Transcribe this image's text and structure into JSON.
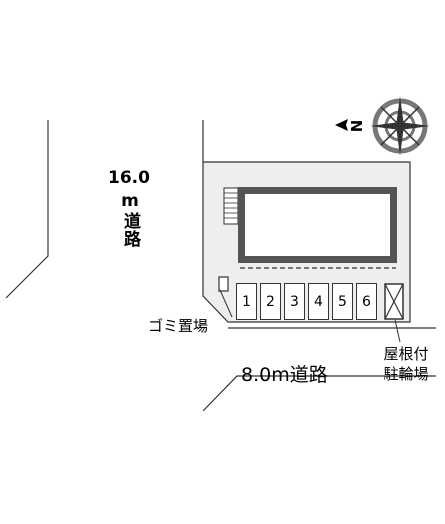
{
  "roads": {
    "main_width": "16.0",
    "main_unit_name": "m道路",
    "side": "8.0m道路"
  },
  "labels": {
    "garbage": "ゴミ置場",
    "bike_line1": "屋根付",
    "bike_line2": "駐輪場"
  },
  "parking_spaces": [
    "1",
    "2",
    "3",
    "4",
    "5",
    "6"
  ],
  "compass": {
    "north_label": "N",
    "icon": "compass-rose-icon"
  },
  "colors": {
    "site": "#eeeeee",
    "building_border": "#555555",
    "lines": "#333333"
  }
}
